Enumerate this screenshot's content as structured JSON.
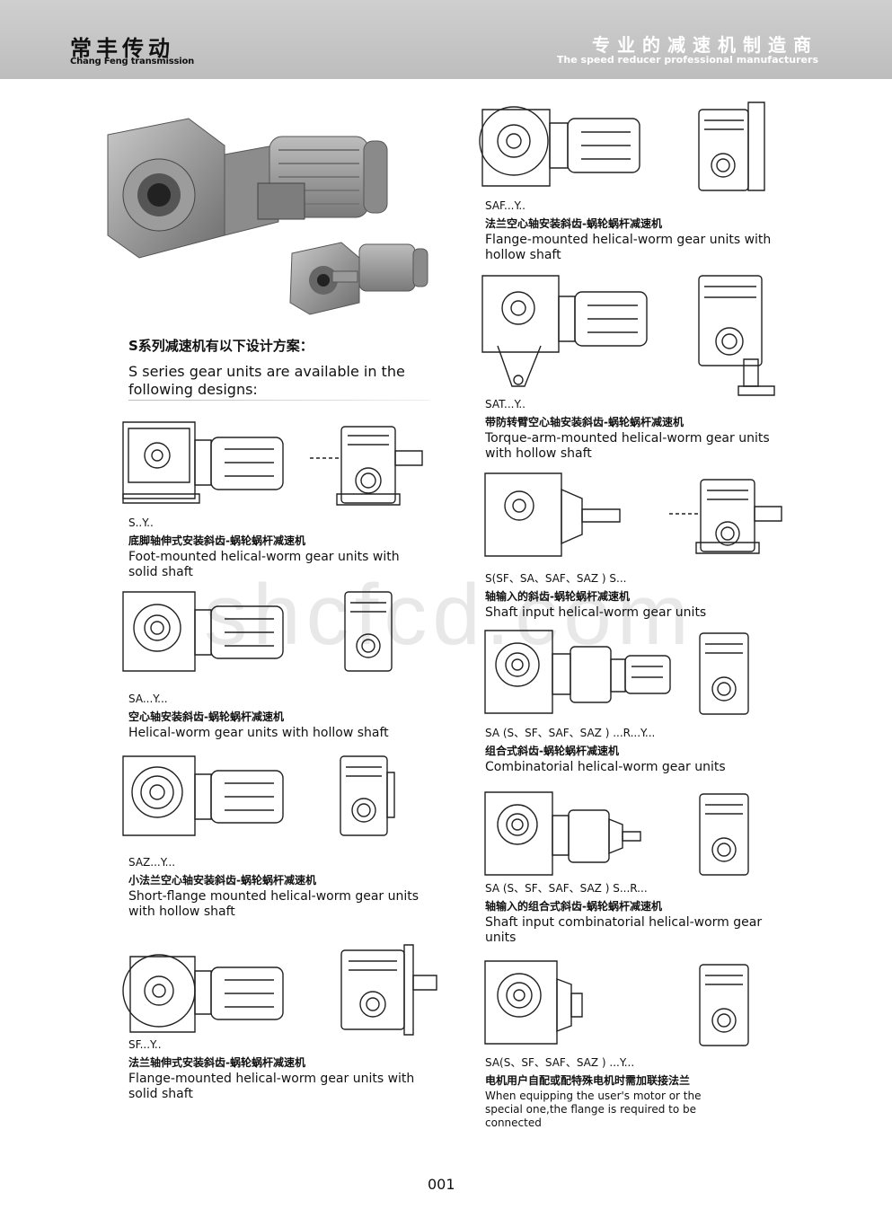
{
  "header": {
    "brand_cn": "常丰传动",
    "brand_en": "Chang Feng transmission",
    "slogan_cn": "专业的减速机制造商",
    "slogan_en": "The speed reducer professional manufacturers"
  },
  "watermark": "shcfcd.com",
  "intro": {
    "cn": "S系列减速机有以下设计方案：",
    "en": "S series gear units are available in the following designs:"
  },
  "designs": {
    "s_y": {
      "code": "S..Y..",
      "cn": "底脚轴伸式安装斜齿-蜗轮蜗杆减速机",
      "en": "Foot-mounted helical-worm gear units with solid shaft"
    },
    "sa_y": {
      "code": "SA...Y...",
      "cn": "空心轴安装斜齿-蜗轮蜗杆减速机",
      "en": "Helical-worm gear units with hollow shaft"
    },
    "saz_y": {
      "code": "SAZ...Y...",
      "cn": "小法兰空心轴安装斜齿-蜗轮蜗杆减速机",
      "en": "Short-flange mounted helical-worm gear units with hollow shaft"
    },
    "sf_y": {
      "code": "SF...Y..",
      "cn": "法兰轴伸式安装斜齿-蜗轮蜗杆减速机",
      "en": "Flange-mounted helical-worm gear units with solid shaft"
    },
    "saf_y": {
      "code": "SAF...Y..",
      "cn": "法兰空心轴安装斜齿-蜗轮蜗杆减速机",
      "en": "Flange-mounted helical-worm gear units with hollow shaft"
    },
    "sat_y": {
      "code": "SAT...Y..",
      "cn": "带防转臂空心轴安装斜齿-蜗轮蜗杆减速机",
      "en": "Torque-arm-mounted helical-worm gear units with hollow shaft"
    },
    "shaft_input": {
      "code": "S(SF、SA、SAF、SAZ ) S...",
      "cn": "轴输入的斜齿-蜗轮蜗杆减速机",
      "en": "Shaft input helical-worm gear units"
    },
    "combinatorial": {
      "code": "SA (S、SF、SAF、SAZ ) ...R...Y...",
      "cn": "组合式斜齿-蜗轮蜗杆减速机",
      "en": "Combinatorial helical-worm gear units"
    },
    "shaft_input_comb": {
      "code": "SA (S、SF、SAF、SAZ ) S...R...",
      "cn": "轴输入的组合式斜齿-蜗轮蜗杆减速机",
      "en": "Shaft input combinatorial helical-worm gear units"
    },
    "user_motor": {
      "code": "SA(S、SF、SAF、SAZ ) ...Y...",
      "cn": "电机用户自配或配特殊电机时需加联接法兰",
      "en": "When equipping the user's motor or the special one,the flange is required to be connected"
    }
  },
  "page_number": "001"
}
